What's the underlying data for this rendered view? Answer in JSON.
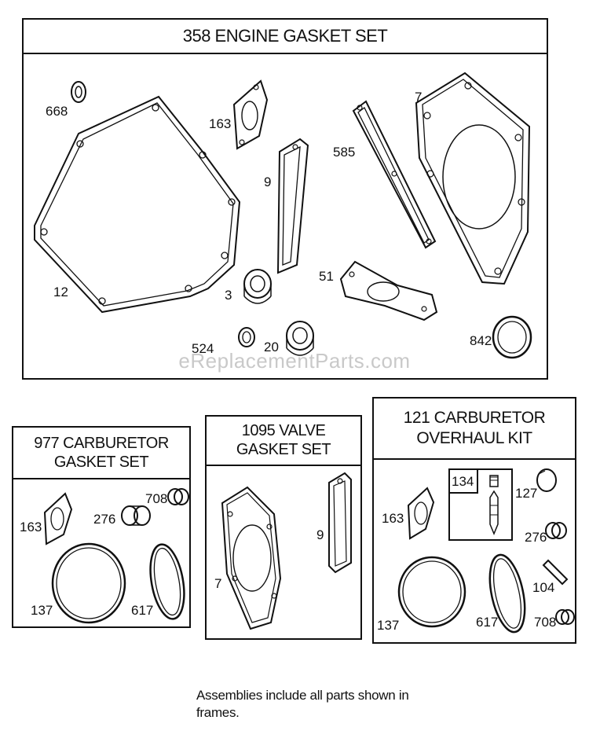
{
  "frames": {
    "engine_gasket_set": {
      "title": "358 ENGINE GASKET SET",
      "parts": [
        "668",
        "163",
        "7",
        "585",
        "9",
        "12",
        "3",
        "51",
        "524",
        "20",
        "842"
      ]
    },
    "carburetor_gasket_set": {
      "title_line1": "977 CARBURETOR",
      "title_line2": "GASKET SET",
      "parts": [
        "708",
        "163",
        "276",
        "137",
        "617"
      ]
    },
    "valve_gasket_set": {
      "title_line1": "1095 VALVE",
      "title_line2": "GASKET SET",
      "parts": [
        "9",
        "7"
      ]
    },
    "carburetor_overhaul_kit": {
      "title_line1": "121 CARBURETOR",
      "title_line2": "OVERHAUL KIT",
      "subkit": "134",
      "parts": [
        "127",
        "163",
        "276",
        "104",
        "137",
        "617",
        "708"
      ]
    }
  },
  "watermark": "eReplacementParts.com",
  "note_line1": "Assemblies include all parts shown in",
  "note_line2": "frames."
}
